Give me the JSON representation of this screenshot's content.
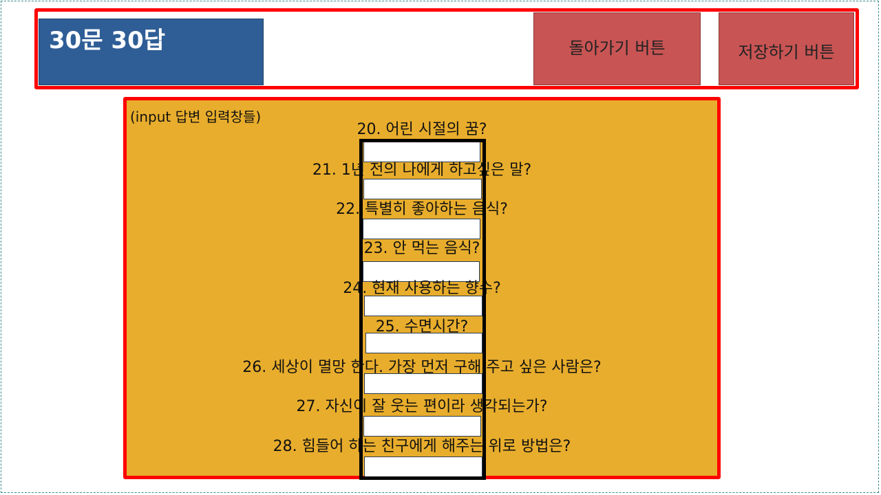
{
  "header": {
    "title": "30문 30답",
    "back_button": "돌아가기 버튼",
    "save_button": "저장하기 버튼"
  },
  "content": {
    "label": "(input 답변 입력창들)",
    "questions": [
      "20. 어린 시절의 꿈?",
      "21. 1년 전의 나에게 하고싶은 말?",
      "22. 특별히 좋아하는 음식?",
      "23. 안 먹는 음식?",
      "24. 현재 사용하는 향수?",
      "25. 수면시간?",
      "26. 세상이 멸망 한다. 가장 먼저 구해 주고 싶은 사람은?",
      "27. 자신이 잘 웃는 편이라 생각되는가?",
      "28. 힘들어 하는 친구에게 해주는 위로 방법은?"
    ]
  },
  "colors": {
    "header_border": "#ff0000",
    "title_bg": "#2f5e96",
    "button_bg": "#c85454",
    "content_bg": "#e8ad2c",
    "column_border": "#000000"
  }
}
